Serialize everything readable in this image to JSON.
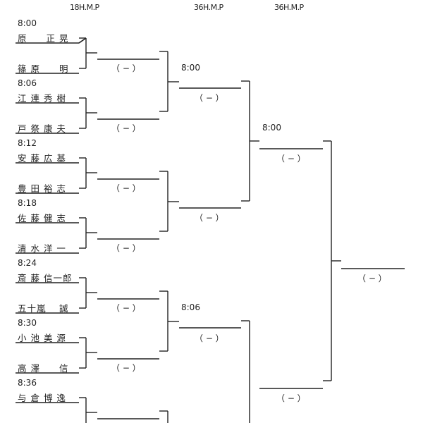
{
  "round_headers": [
    "18H.M.P",
    "36H.M.P",
    "36H.M.P"
  ],
  "round1": {
    "matches": [
      {
        "time": "8:00",
        "player_a": "原　　正 晃",
        "player_b": "篠 原　　明",
        "score": "（ − ）"
      },
      {
        "time": "8:06",
        "player_a": "江 連 秀 樹",
        "player_b": "戸 祭 康 夫",
        "score": "（ − ）"
      },
      {
        "time": "8:12",
        "player_a": "安 藤 広 基",
        "player_b": "豊 田 裕 志",
        "score": "（ − ）"
      },
      {
        "time": "8:18",
        "player_a": "佐 藤 健 志",
        "player_b": "清 水 洋 一",
        "score": "（ − ）"
      },
      {
        "time": "8:24",
        "player_a": "斎 藤 信一郎",
        "player_b": "五十嵐　 誠",
        "score": "（ − ）"
      },
      {
        "time": "8:30",
        "player_a": "小 池 美 源",
        "player_b": "高 澤　　信",
        "score": "（ − ）"
      },
      {
        "time": "8:36",
        "player_a": "与 倉 博 逸",
        "player_b": "",
        "score": ""
      }
    ]
  },
  "round2": {
    "matches": [
      {
        "time": "8:00",
        "score": "（ − ）"
      },
      {
        "time": "",
        "score": "（ − ）"
      },
      {
        "time": "8:06",
        "score": "（ − ）"
      }
    ]
  },
  "round3": {
    "matches": [
      {
        "time": "8:00",
        "score": "（ − ）"
      },
      {
        "time": "",
        "score": "（ − ）"
      }
    ]
  },
  "final": {
    "score": "（ − ）"
  }
}
